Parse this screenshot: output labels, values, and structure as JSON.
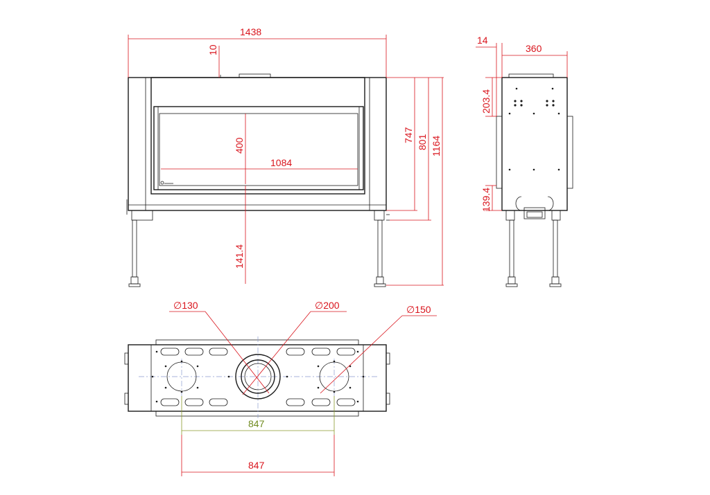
{
  "front_view": {
    "width": "1438",
    "top_offset": "10",
    "opening_height": "400",
    "opening_width": "1084",
    "bottom_height": "141.4",
    "height_747": "747",
    "height_801": "801",
    "height_total": "1164"
  },
  "side_view": {
    "depth_offset": "14",
    "depth": "360",
    "upper_offset": "203.4",
    "lower_offset": "139.4"
  },
  "top_view": {
    "dia_left": "∅130",
    "dia_center": "∅200",
    "dia_right": "∅150",
    "spacing_inner": "847",
    "spacing_outer": "847"
  },
  "colors": {
    "dimension": "#d9141c",
    "dimension_alt": "#6f8a1e",
    "outline": "#1a1a1a",
    "centerline": "#8a9bd0"
  }
}
